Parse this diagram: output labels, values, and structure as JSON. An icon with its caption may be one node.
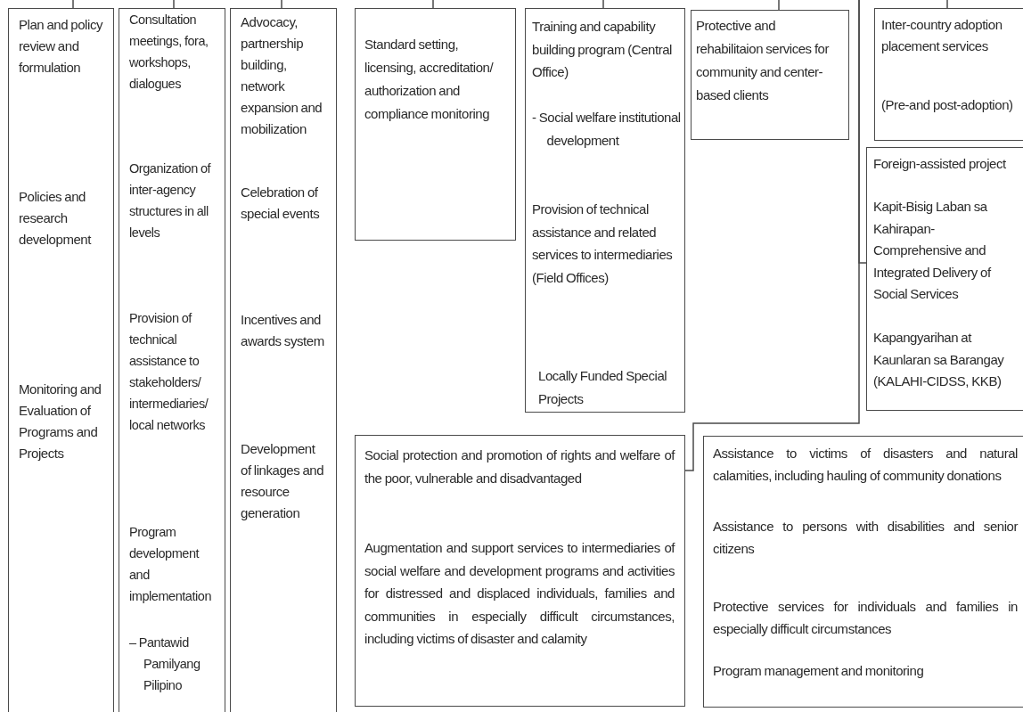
{
  "diagram": {
    "nodes": [
      {
        "text": [
          "Plan and policy review and formulation",
          "Policies and research development",
          "Monitoring and Evaluation of Programs and Projects"
        ]
      },
      {
        "text": [
          "Consultation meetings, fora, workshops, dialogues",
          "Organization of inter-agency structures in all levels",
          "Provision of technical assistance to stakeholders/ intermediaries/ local networks",
          "Program development and implementation",
          "– Pantawid Pamilyang Pilipino"
        ]
      },
      {
        "text": [
          "Advocacy, partnership building, network expansion and mobilization",
          "Celebration of special events",
          "Incentives and awards system",
          "Development of linkages and resource generation"
        ]
      },
      {
        "text": [
          "Standard setting, licensing, accreditation/ authorization and compliance monitoring"
        ]
      },
      {
        "text": [
          "Training and capability building program (Central Office)",
          "- Social welfare institutional development",
          "Provision of technical assistance and related services to intermediaries (Field Offices)",
          "Locally Funded Special Projects"
        ]
      },
      {
        "text": [
          "Protective and rehabilitaion services for community and center-based clients"
        ]
      },
      {
        "text": [
          "Inter-country adoption placement services",
          "(Pre-and post-adoption)"
        ]
      },
      {
        "text": [
          "Foreign-assisted project",
          "Kapit-Bisig Laban sa Kahirapan-Comprehensive and Integrated Delivery of Social Services",
          "Kapangyarihan at Kaunlaran sa Barangay (KALAHI-CIDSS, KKB)"
        ]
      },
      {
        "text": [
          "Social protection and promotion of rights and welfare of the poor, vulnerable and disadvantaged",
          "Augmentation and support services to intermediaries of social welfare and development programs and activities for distressed and displaced individuals, families and communities in especially difficult circumstances, including victims of disaster and calamity"
        ]
      },
      {
        "text": [
          "Assistance to victims of disasters and natural calamities, including hauling of community donations",
          "Assistance to persons with disabilities and senior citizens",
          "Protective services for individuals and families in especially difficult circumstances",
          "Program management and monitoring"
        ]
      }
    ],
    "edges": [
      {
        "from": null,
        "to": 0,
        "arrow": "none"
      },
      {
        "from": null,
        "to": 1,
        "arrow": "none"
      },
      {
        "from": null,
        "to": 2,
        "arrow": "none"
      },
      {
        "from": null,
        "to": 3,
        "arrow": "none"
      },
      {
        "from": null,
        "to": 4,
        "arrow": "none"
      },
      {
        "from": null,
        "to": 5,
        "arrow": "none"
      },
      {
        "from": null,
        "to": 6,
        "arrow": "none"
      },
      {
        "from": null,
        "to": 7,
        "arrow": "none"
      },
      {
        "from": null,
        "to": 8,
        "arrow": "none"
      }
    ]
  }
}
